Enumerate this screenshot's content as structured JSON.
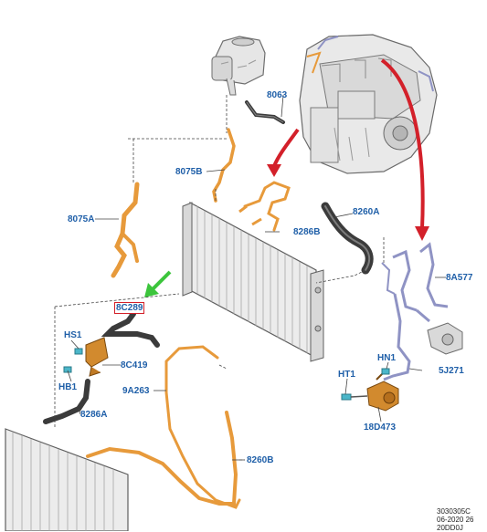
{
  "callouts": {
    "c8063": "8063",
    "c8075B": "8075B",
    "c8075A": "8075A",
    "c8286B": "8286B",
    "c8260A": "8260A",
    "c8A577": "8A577",
    "c8C289": "8C289",
    "cHS1": "HS1",
    "cHB1": "HB1",
    "c8C419": "8C419",
    "c8286A": "8286A",
    "c9A263": "9A263",
    "cHN1": "HN1",
    "cHT1": "HT1",
    "c5J271": "5J271",
    "c18D473": "18D473",
    "c8260B": "8260B"
  },
  "footer": {
    "line1": "3030305C",
    "line2": "06-2020 26",
    "line3": "20DD0J"
  },
  "colors": {
    "callout_text": "#1f5fa8",
    "hose_orange": "#e79a3b",
    "hose_black": "#3b3b3b",
    "steel_line": "#8f93c4",
    "arrow_red": "#d3202a",
    "arrow_green": "#3cc53c",
    "highlight_box": "#d3202a"
  }
}
